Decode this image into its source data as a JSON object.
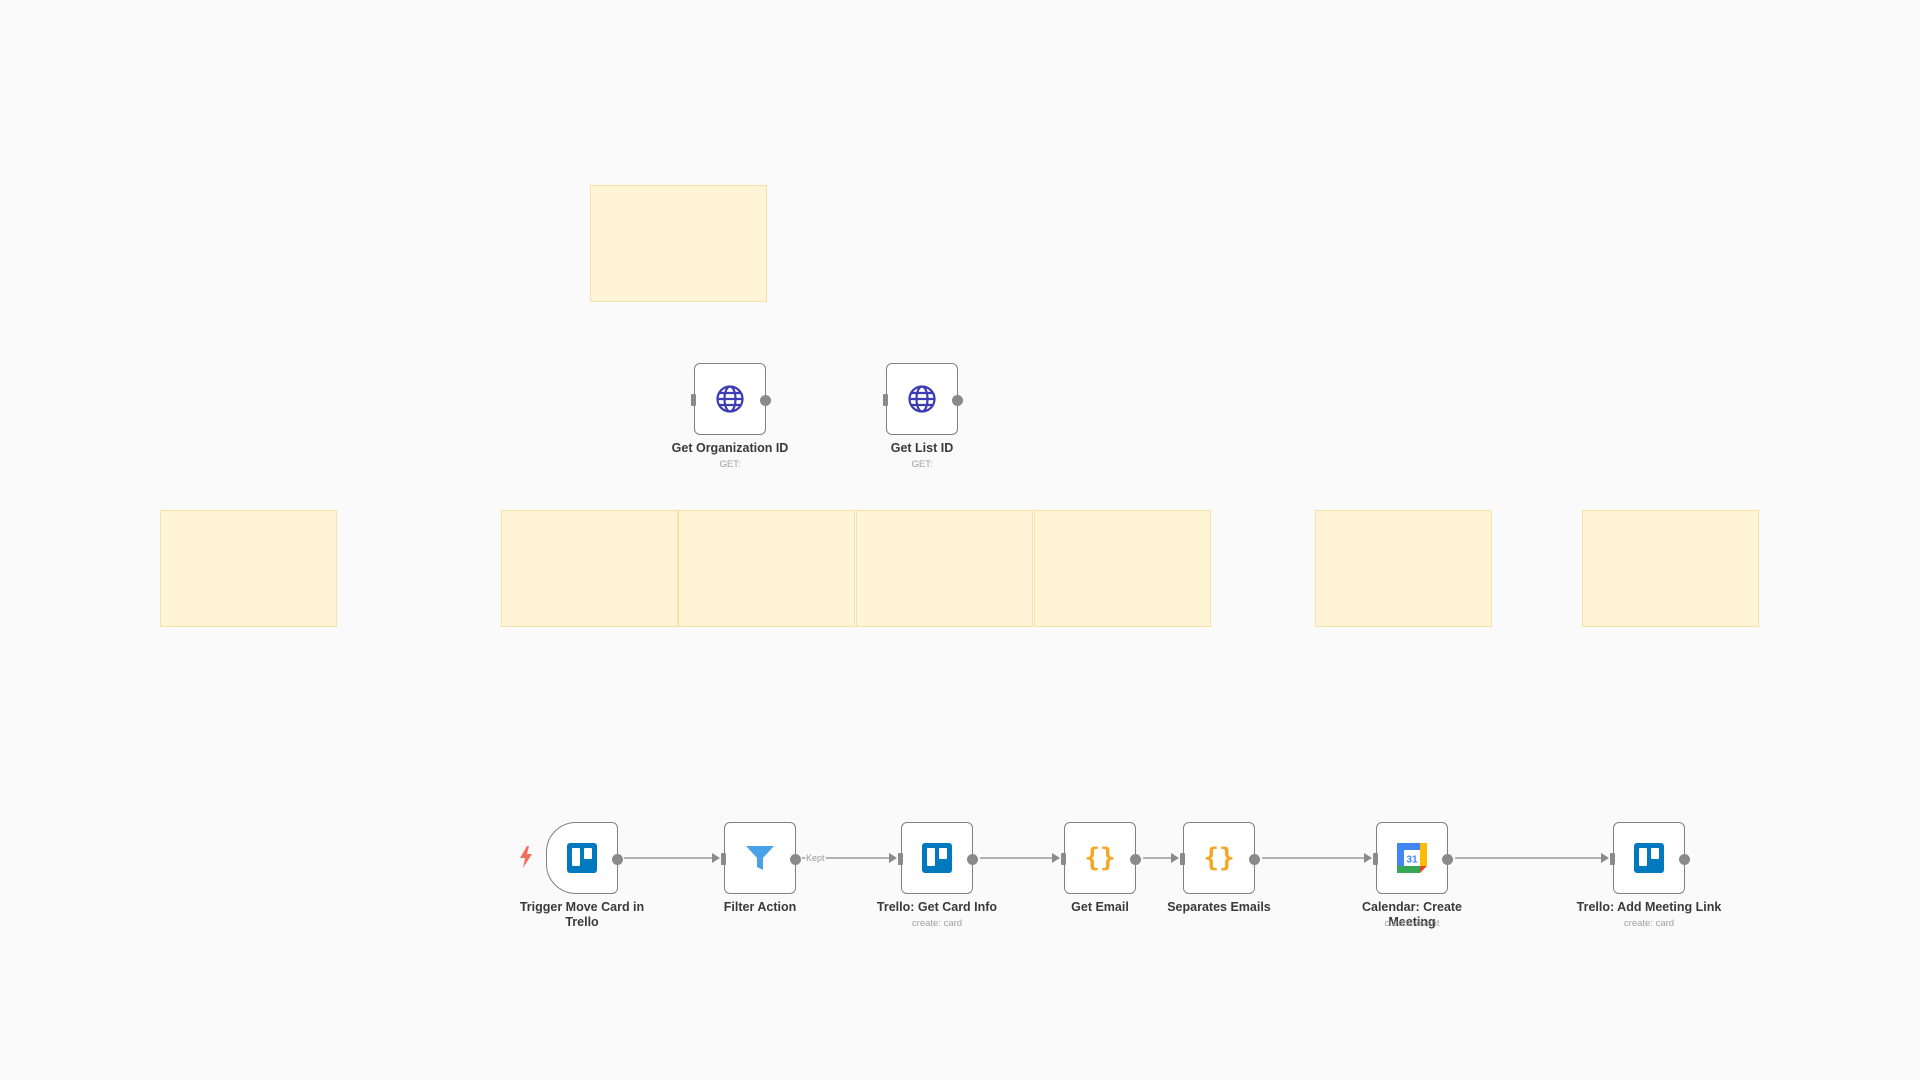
{
  "canvas": {
    "background": "#fafafa",
    "sticky_color": "#fff4d6"
  },
  "nodes": {
    "get_org_id": {
      "label": "Get Organization ID",
      "subtitle": "GET:",
      "icon": "globe-icon"
    },
    "get_list_id": {
      "label": "Get List ID",
      "subtitle": "GET:",
      "icon": "globe-icon"
    },
    "trigger": {
      "label": "Trigger Move Card in Trello",
      "subtitle": "",
      "icon": "trello-icon"
    },
    "filter": {
      "label": "Filter Action",
      "subtitle": "",
      "icon": "filter-icon"
    },
    "get_card_info": {
      "label": "Trello: Get Card Info",
      "subtitle": "create: card",
      "icon": "trello-icon"
    },
    "get_email": {
      "label": "Get Email",
      "subtitle": "",
      "icon": "code-icon"
    },
    "separates_emails": {
      "label": "Separates Emails",
      "subtitle": "",
      "icon": "code-icon"
    },
    "create_meeting": {
      "label": "Calendar: Create Meeting",
      "subtitle": "create: event",
      "icon": "google-calendar-icon"
    },
    "add_meeting_link": {
      "label": "Trello: Add Meeting Link",
      "subtitle": "create: card",
      "icon": "trello-icon"
    }
  },
  "edges": {
    "filter_to_card_label": "Kept"
  },
  "colors": {
    "trello_blue": "#0079bf",
    "filter_blue": "#4aa3e8",
    "code_orange": "#f5a623",
    "globe_indigo": "#3b3bb3",
    "trigger_bolt": "#f2705a",
    "port_gray": "#8a8a8a"
  },
  "calendar_icon": {
    "day": "31"
  }
}
